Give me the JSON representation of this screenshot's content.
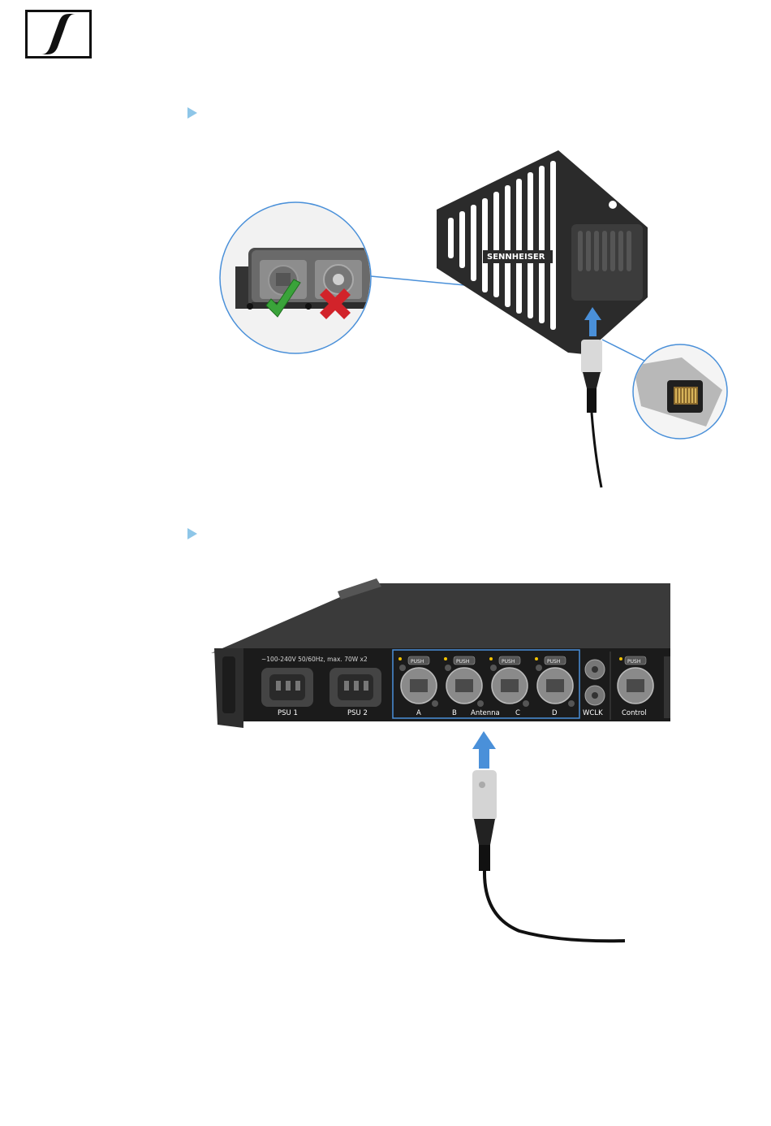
{
  "brand": {
    "logo_icon": "sennheiser-s-logo-icon"
  },
  "step1": {
    "bullet_icon": "triangle-bullet-icon",
    "antenna_brand": "SENNHEISER",
    "check_icon": "checkmark-icon",
    "cross_icon": "cross-icon"
  },
  "step2": {
    "bullet_icon": "triangle-bullet-icon",
    "power_label": "~100-240V 50/60Hz, max. 70W x2",
    "psu1": "PSU 1",
    "psu2": "PSU 2",
    "push": "PUSH",
    "port_a": "A",
    "port_b": "B",
    "antenna": "Antenna",
    "port_c": "C",
    "port_d": "D",
    "wclk": "WCLK",
    "control": "Control"
  },
  "colors": {
    "accent": "#4a90d9",
    "bullet": "#8ec6e8",
    "ok": "#3aa33a",
    "bad": "#d2232a"
  }
}
